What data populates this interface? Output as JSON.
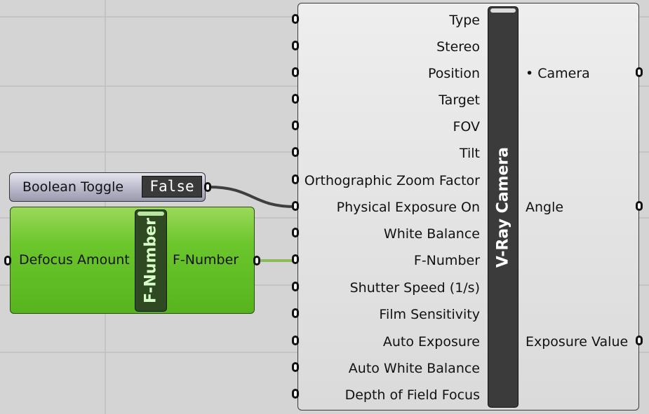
{
  "vray_camera": {
    "title": "V-Ray Camera",
    "inputs": [
      "Type",
      "Stereo",
      "Position",
      "Target",
      "FOV",
      "Tilt",
      "Orthographic Zoom Factor",
      "Physical Exposure On",
      "White Balance",
      "F-Number",
      "Shutter Speed (1/s)",
      "Film Sensitivity",
      "Auto Exposure",
      "Auto White Balance",
      "Depth of Field Focus"
    ],
    "outputs": [
      "• Camera",
      "Angle",
      "Exposure Value"
    ]
  },
  "boolean_toggle": {
    "label": "Boolean Toggle",
    "value": "False"
  },
  "fnumber_component": {
    "title": "F-Number",
    "input": "Defocus Amount",
    "output": "F-Number"
  },
  "colors": {
    "canvas": "#d4d4d4",
    "grid": "#bfbfbf",
    "component_body": "#e4e4e4",
    "title_bar": "#3b3b3b",
    "green_body": "#6bc62c",
    "green_title_bar": "#2f4a22",
    "toggle_body": "#b6b6c8",
    "wire_active": "#8dbb5a",
    "wire_default": "#3f3f3f"
  }
}
